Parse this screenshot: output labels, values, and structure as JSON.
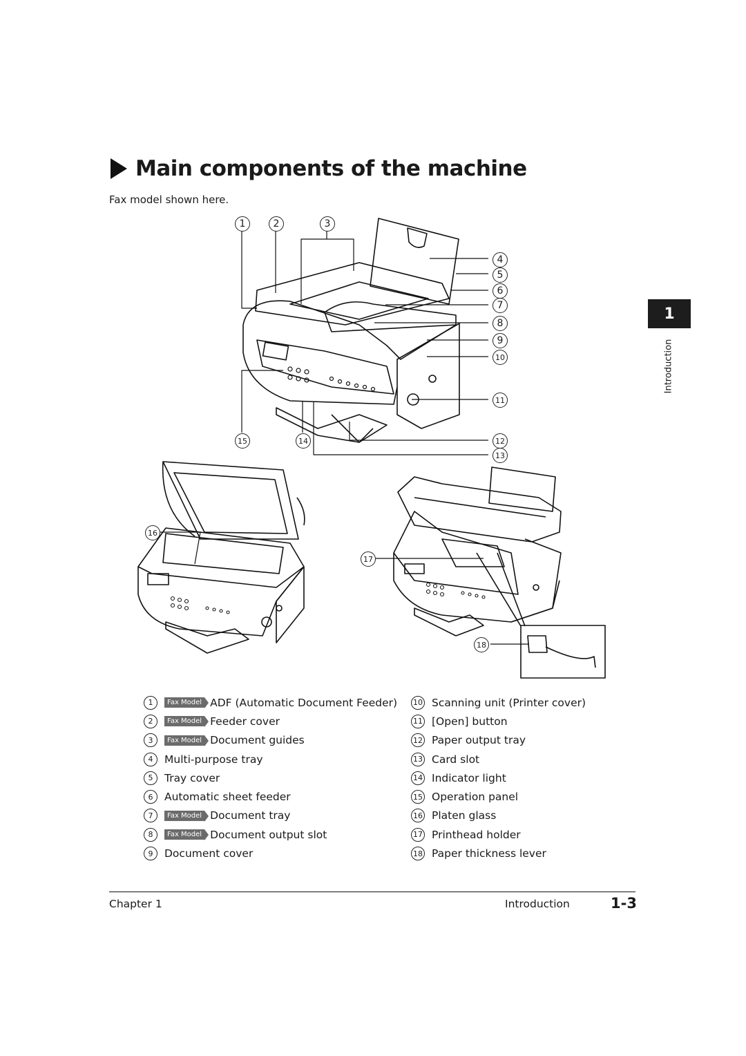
{
  "heading": "Main components of the machine",
  "subtitle": "Fax model shown here.",
  "side_tab": {
    "number": "1",
    "label": "Introduction"
  },
  "callouts": [
    "1",
    "2",
    "3",
    "4",
    "5",
    "6",
    "7",
    "8",
    "9",
    "10",
    "11",
    "12",
    "13",
    "14",
    "15",
    "16",
    "17",
    "18"
  ],
  "badge_label": "Fax Model",
  "legend_left": [
    {
      "num": "1",
      "badge": true,
      "label": "ADF (Automatic Document Feeder)"
    },
    {
      "num": "2",
      "badge": true,
      "label": "Feeder cover"
    },
    {
      "num": "3",
      "badge": true,
      "label": "Document guides"
    },
    {
      "num": "4",
      "badge": false,
      "label": "Multi-purpose tray"
    },
    {
      "num": "5",
      "badge": false,
      "label": "Tray cover"
    },
    {
      "num": "6",
      "badge": false,
      "label": "Automatic sheet feeder"
    },
    {
      "num": "7",
      "badge": true,
      "label": "Document tray"
    },
    {
      "num": "8",
      "badge": true,
      "label": "Document output slot"
    },
    {
      "num": "9",
      "badge": false,
      "label": "Document cover"
    }
  ],
  "legend_right": [
    {
      "num": "10",
      "label": "Scanning unit (Printer cover)"
    },
    {
      "num": "11",
      "label": "[Open] button"
    },
    {
      "num": "12",
      "label": "Paper output tray"
    },
    {
      "num": "13",
      "label": "Card slot"
    },
    {
      "num": "14",
      "label": "Indicator light"
    },
    {
      "num": "15",
      "label": "Operation panel"
    },
    {
      "num": "16",
      "label": "Platen glass"
    },
    {
      "num": "17",
      "label": "Printhead holder"
    },
    {
      "num": "18",
      "label": "Paper thickness lever"
    }
  ],
  "footer": {
    "chapter": "Chapter 1",
    "section": "Introduction",
    "page": "1-3"
  }
}
